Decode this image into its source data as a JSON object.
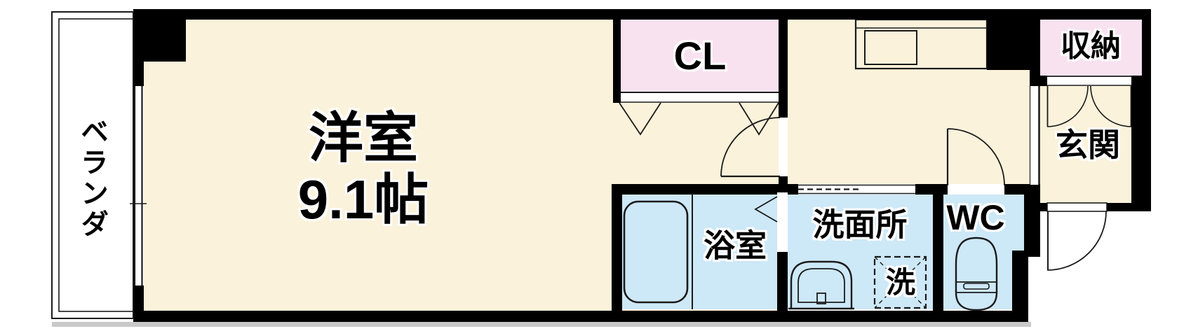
{
  "colors": {
    "room_cream": "#FBF2DB",
    "closet_pink": "#F8E2F0",
    "wet_blue": "#CDE8F7",
    "wall": "#000000",
    "line": "#1a1a1a",
    "shadow": "#c9c9c9"
  },
  "rooms": {
    "veranda": {
      "label": "ベランダ"
    },
    "main_room": {
      "label": "洋室",
      "size": "9.1帖"
    },
    "closet": {
      "label": "CL"
    },
    "storage": {
      "label": "収納"
    },
    "entrance": {
      "label": "玄関"
    },
    "bathroom": {
      "label": "浴室"
    },
    "washroom": {
      "label": "洗面所"
    },
    "washer": {
      "label": "洗"
    },
    "wc": {
      "label": "WC"
    }
  }
}
